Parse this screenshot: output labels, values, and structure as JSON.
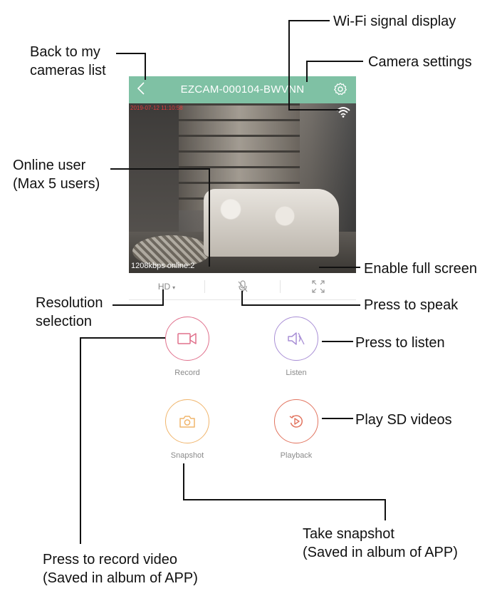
{
  "app": {
    "title": "EZCAM-000104-BWVNN",
    "back_icon": "chevron-left-icon",
    "settings_icon": "gear-icon",
    "header_color": "#7fc1a4"
  },
  "video": {
    "timestamp": "2019-07-12  11:10:58",
    "stats": "1208kbps  online:2",
    "wifi_icon": "wifi-icon"
  },
  "controls": {
    "resolution": "HD",
    "resolution_caret": "▾",
    "mic_icon": "microphone-muted-icon",
    "fullscreen_icon": "fullscreen-icon"
  },
  "actions": [
    {
      "label": "Record",
      "icon": "video-camera-icon",
      "color": "#e0708c"
    },
    {
      "label": "Listen",
      "icon": "speaker-icon",
      "color": "#a98fd6"
    },
    {
      "label": "Snapshot",
      "icon": "camera-icon",
      "color": "#f0b56c"
    },
    {
      "label": "Playback",
      "icon": "playback-icon",
      "color": "#e2745f"
    }
  ],
  "callouts": {
    "back": [
      "Back to my",
      "cameras list"
    ],
    "wifi": "Wi-Fi signal display",
    "settings": "Camera settings",
    "online": [
      "Online user",
      "(Max 5 users)"
    ],
    "fullscreen": "Enable full screen",
    "resolution": [
      "Resolution",
      "selection"
    ],
    "speak": "Press to speak",
    "listen": "Press to listen",
    "sd": "Play SD videos",
    "snapshot": [
      "Take snapshot",
      "(Saved in album of APP)"
    ],
    "record": [
      "Press to record video",
      "(Saved in album of APP)"
    ]
  }
}
